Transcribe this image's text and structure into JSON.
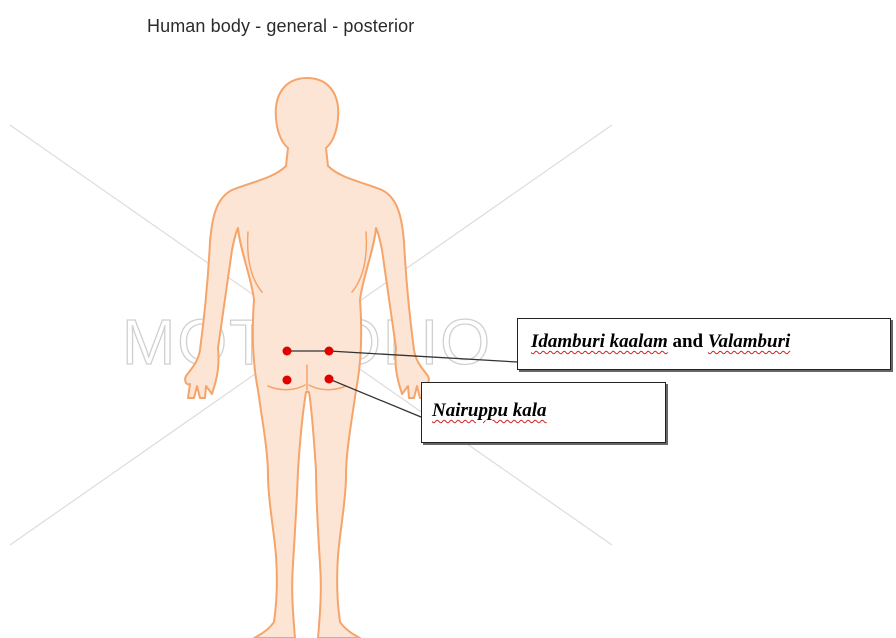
{
  "diagram": {
    "title": "Human body - general - posterior",
    "watermark": "MOTIFOLIO",
    "callouts": [
      {
        "term_a": "Idamburi kaalam",
        "conjunction": "and",
        "term_b": "Valamburi"
      },
      {
        "term": "Nairuppu kala"
      }
    ],
    "colors": {
      "body_fill": "#fde5d5",
      "body_outline": "#f5a46a",
      "marker": "#e00000",
      "leader_line": "#333333",
      "watermark": "#d0d0d0"
    }
  }
}
